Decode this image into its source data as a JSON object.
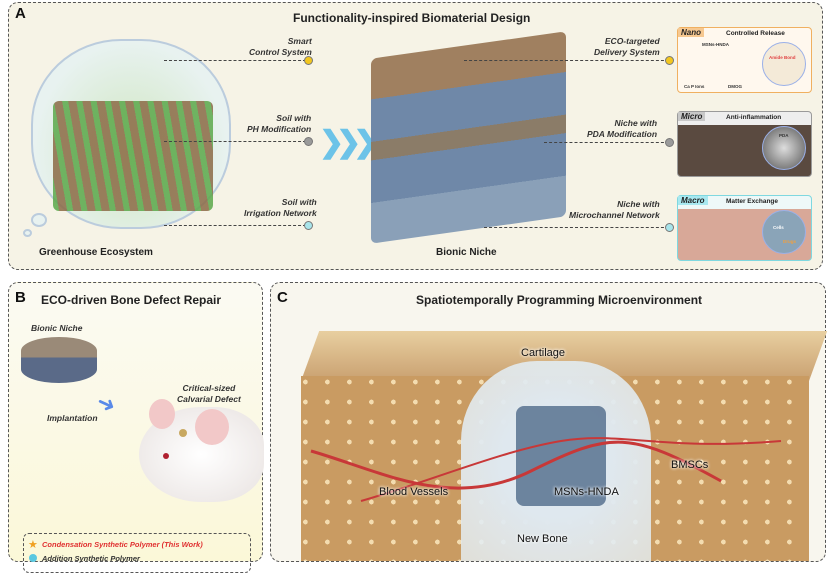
{
  "panel_a": {
    "letter": "A",
    "title": "Functionality-inspired Biomaterial Design",
    "left_labels": [
      "Smart\nControl System",
      "Soil with\nPH Modification",
      "Soil with\nIrrigation Network"
    ],
    "right_labels": [
      "ECO-targeted\nDelivery System",
      "Niche with\nPDA Modification",
      "Niche with\nMicrochannel Network"
    ],
    "greenhouse_caption": "Greenhouse Ecosystem",
    "niche_caption": "Bionic Niche",
    "boxes": [
      {
        "tag": "Nano",
        "title": "Controlled Release",
        "color": "#f0b060",
        "texts": [
          "MSNs-HNDA",
          "Ca P Ions",
          "DMOG",
          "Amide Bond"
        ]
      },
      {
        "tag": "Micro",
        "title": "Anti-inflammation",
        "color": "#9a9a9a",
        "texts": [
          "PDA"
        ]
      },
      {
        "tag": "Macro",
        "title": "Matter Exchange",
        "color": "#7fd8e0",
        "texts": [
          "Cells",
          "Drugs"
        ]
      }
    ],
    "dot_colors": [
      "#f2c61f",
      "#9a9a9a",
      "#a8e4ea"
    ]
  },
  "panel_b": {
    "letter": "B",
    "title": "ECO-driven Bone Defect Repair",
    "niche_label": "Bionic Niche",
    "defect_label": "Critical-sized\nCalvarial Defect",
    "implant_label": "Implantation",
    "legend": [
      "Condensation Synthetic Polymer (This Work)",
      "Addition Synthetic Polymer"
    ]
  },
  "panel_c": {
    "letter": "C",
    "title": "Spatiotemporally Programming Microenvironment",
    "labels": {
      "cartilage": "Cartilage",
      "blood_vessels": "Blood Vessels",
      "msns": "MSNs-HNDA",
      "bmscs": "BMSCs",
      "new_bone": "New Bone"
    }
  }
}
